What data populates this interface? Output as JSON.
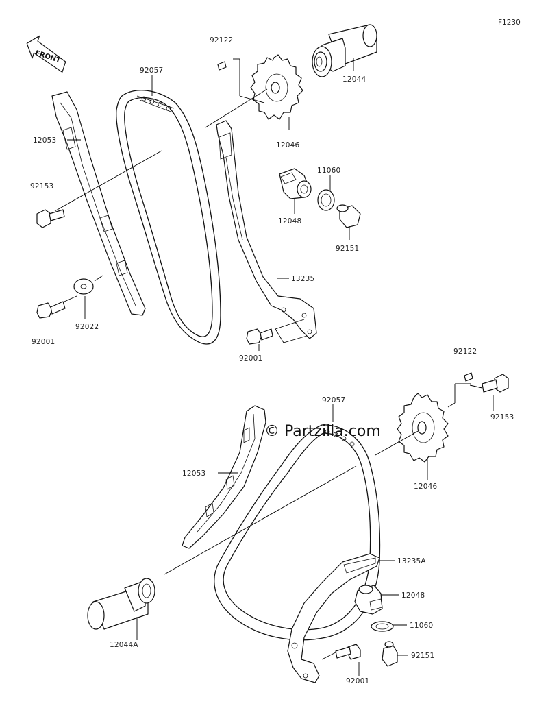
{
  "figure_code": "F1230",
  "watermark": "© Partzilla.com",
  "front_label": "FRONT",
  "labels": {
    "top_92122": "92122",
    "top_92057": "92057",
    "top_12044": "12044",
    "top_12053": "12053",
    "top_12046": "12046",
    "top_11060": "11060",
    "top_92153": "92153",
    "top_12048": "12048",
    "top_92151": "92151",
    "top_13235": "13235",
    "top_92022": "92022",
    "top_92001_left": "92001",
    "top_92001_right": "92001",
    "bot_92122": "92122",
    "bot_92057": "92057",
    "bot_92153": "92153",
    "bot_12053": "12053",
    "bot_12046": "12046",
    "bot_13235A": "13235A",
    "bot_12048": "12048",
    "bot_11060": "11060",
    "bot_92151": "92151",
    "bot_12044A": "12044A",
    "bot_92001": "92001"
  }
}
